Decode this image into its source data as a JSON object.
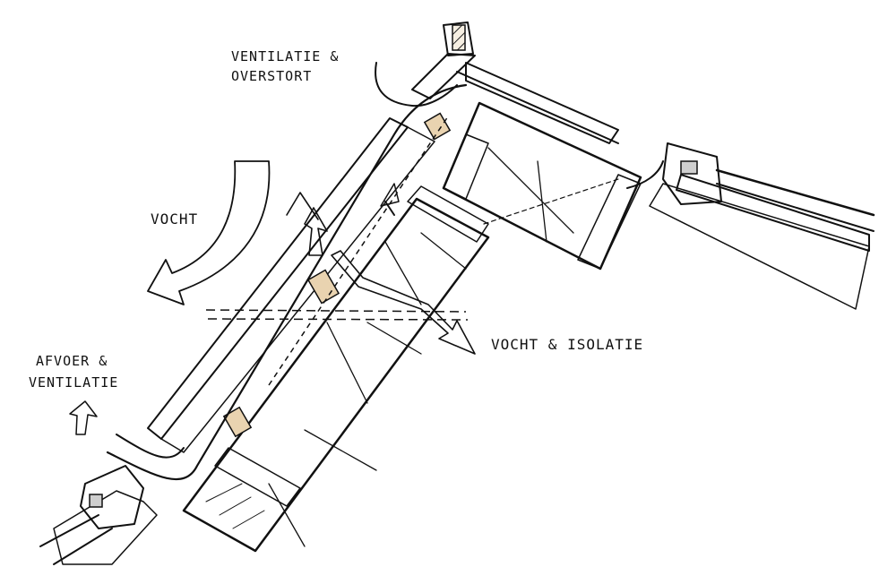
{
  "labels": {
    "ventilatie_overstort": [
      "VENTILATIE &",
      "OVERSTORT"
    ],
    "vocht": "VOCHT",
    "afvoer_ventilatie": [
      "AFVOER &",
      "VENTILATIE"
    ],
    "vochtisolatie": "VOCHT & ISOLATIE"
  },
  "colors": {
    "insulation": "#f3bba8",
    "moisture_arrow": "#9fd3e0",
    "timber": "#e9d3b0",
    "wall_beige": "#ddd0bd",
    "frame_gray": "#9a9a9a",
    "ink": "#111111"
  }
}
